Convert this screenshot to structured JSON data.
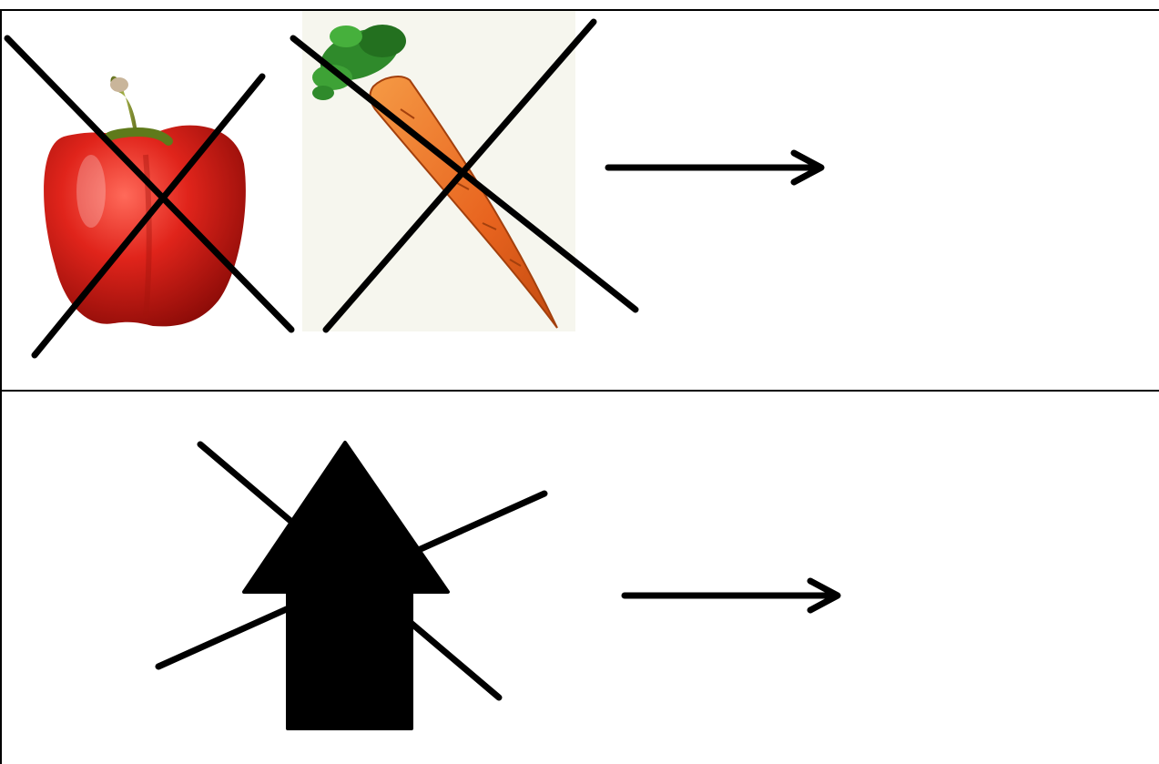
{
  "worksheet": {
    "rows": [
      {
        "items": [
          {
            "picture": "red-bell-pepper",
            "crossed_out": true,
            "cross_color": "#000000"
          },
          {
            "picture": "carrot",
            "crossed_out": true,
            "cross_color": "#000000"
          }
        ],
        "answer_arrow": "right-arrow",
        "answer_box": ""
      },
      {
        "items": [
          {
            "picture": "up-arrow-symbol",
            "crossed_out": true,
            "cross_color": "#000000"
          }
        ],
        "answer_arrow": "right-arrow",
        "answer_box": ""
      }
    ]
  },
  "colors": {
    "line": "#000000",
    "pepper_red": "#e0241b",
    "pepper_stem": "#7b8a2a",
    "carrot_orange": "#e8641f",
    "carrot_leaves": "#2f8a2b",
    "carrot_bg": "#f6f6ee"
  }
}
